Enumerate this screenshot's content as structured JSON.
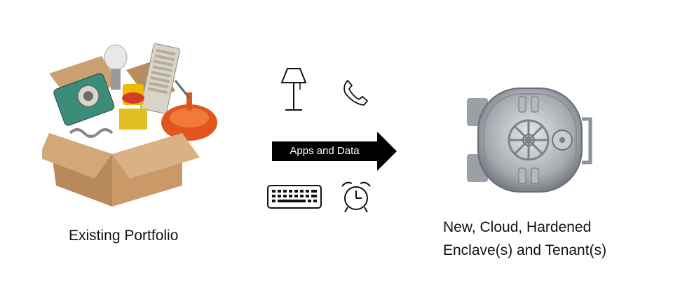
{
  "left": {
    "label": "Existing Portfolio",
    "image_name": "cardboard-box-of-old-items"
  },
  "middle": {
    "arrow_label": "Apps and Data",
    "arrow_color": "#000000",
    "icons": [
      "lamp-icon",
      "phone-icon",
      "keyboard-icon",
      "alarm-clock-icon"
    ]
  },
  "right": {
    "label_line1": "New, Cloud, Hardened",
    "label_line2": "Enclave(s) and Tenant(s)",
    "image_name": "bank-vault-door"
  }
}
